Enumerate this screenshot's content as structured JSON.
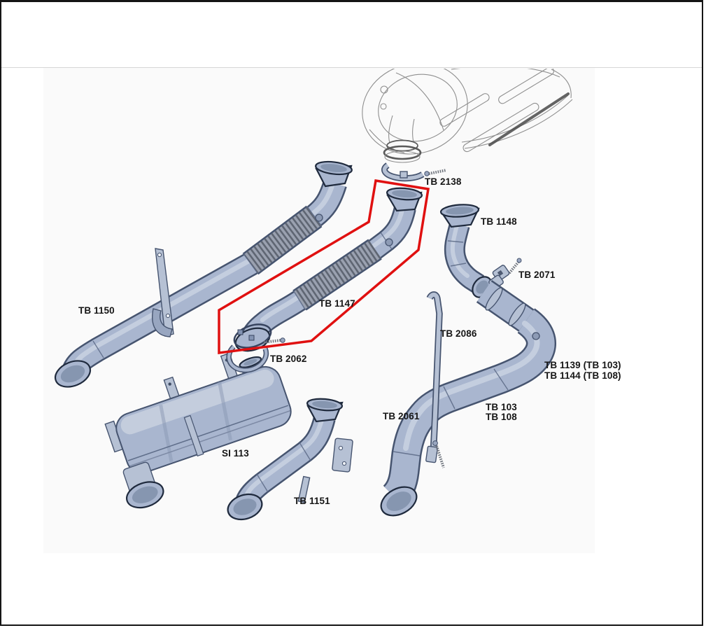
{
  "colors": {
    "border": "#151515",
    "divider": "#d6d6d6",
    "plate_bg": "#fafafa",
    "highlight": "#e01010",
    "pipe_fill": "#a9b6cf",
    "pipe_light": "#cdd6e4",
    "pipe_dark": "#46546f",
    "flex_fill": "#9aa1b0",
    "flex_rib": "#5f6673",
    "wireframe": "#8f8f8f",
    "label_color": "#161616"
  },
  "figure": {
    "kind": "exploded-parts-diagram",
    "subject": "Exhaust system parts",
    "highlighted_part": "TB 1147",
    "labels": [
      {
        "id": "tb2138",
        "text": "TB 2138"
      },
      {
        "id": "tb1148",
        "text": "TB 1148"
      },
      {
        "id": "tb2071",
        "text": "TB 2071"
      },
      {
        "id": "tb1150",
        "text": "TB 1150"
      },
      {
        "id": "tb1147",
        "text": "TB 1147"
      },
      {
        "id": "tb2086",
        "text": "TB 2086"
      },
      {
        "id": "tb2062",
        "text": "TB 2062"
      },
      {
        "id": "tb1139",
        "text": "TB 1139 (TB 103)"
      },
      {
        "id": "tb1144",
        "text": "TB 1144 (TB 108)"
      },
      {
        "id": "tb103",
        "text": "TB 103"
      },
      {
        "id": "tb108",
        "text": "TB 108"
      },
      {
        "id": "tb2061",
        "text": "TB 2061"
      },
      {
        "id": "si113",
        "text": "SI 113"
      },
      {
        "id": "tb1151",
        "text": "TB 1151"
      }
    ]
  }
}
